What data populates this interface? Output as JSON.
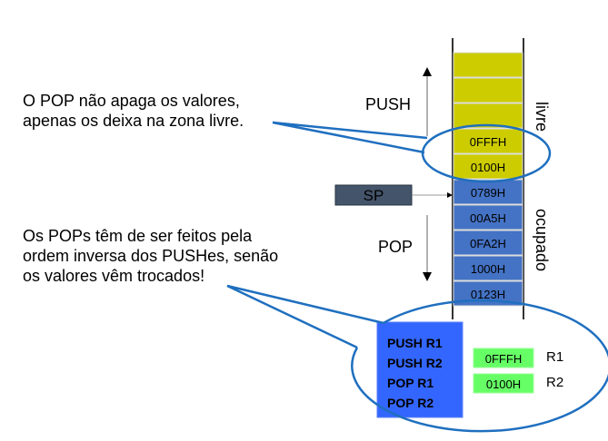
{
  "notes": {
    "pop_note_line1": "O POP não apaga os valores,",
    "pop_note_line2": "apenas os deixa na zona livre.",
    "order_note_line1": "Os POPs têm de ser feitos pela",
    "order_note_line2": "ordem inversa dos PUSHes, senão",
    "order_note_line3": "os valores vêm trocados!"
  },
  "labels": {
    "push": "PUSH",
    "pop": "POP",
    "sp": "SP",
    "free_zone": "livre",
    "occupied_zone": "ocupado"
  },
  "stack": {
    "free_cells": [
      "",
      "",
      "",
      "0FFFH",
      "0100H"
    ],
    "occupied_cells": [
      "0789H",
      "00A5H",
      "0FA2H",
      "1000H",
      "0123H"
    ]
  },
  "program": {
    "instructions": [
      "PUSH R1",
      "PUSH R2",
      "POP R1",
      "POP R2"
    ]
  },
  "registers": [
    {
      "name": "R1",
      "value": "0FFFH"
    },
    {
      "name": "R2",
      "value": "0100H"
    }
  ],
  "colors": {
    "free": "#cccc00",
    "occupied": "#4472c4",
    "sp_box": "#44546a",
    "program_box": "#3366ff",
    "register": "#66ff66",
    "callout": "#1f6fbf"
  }
}
